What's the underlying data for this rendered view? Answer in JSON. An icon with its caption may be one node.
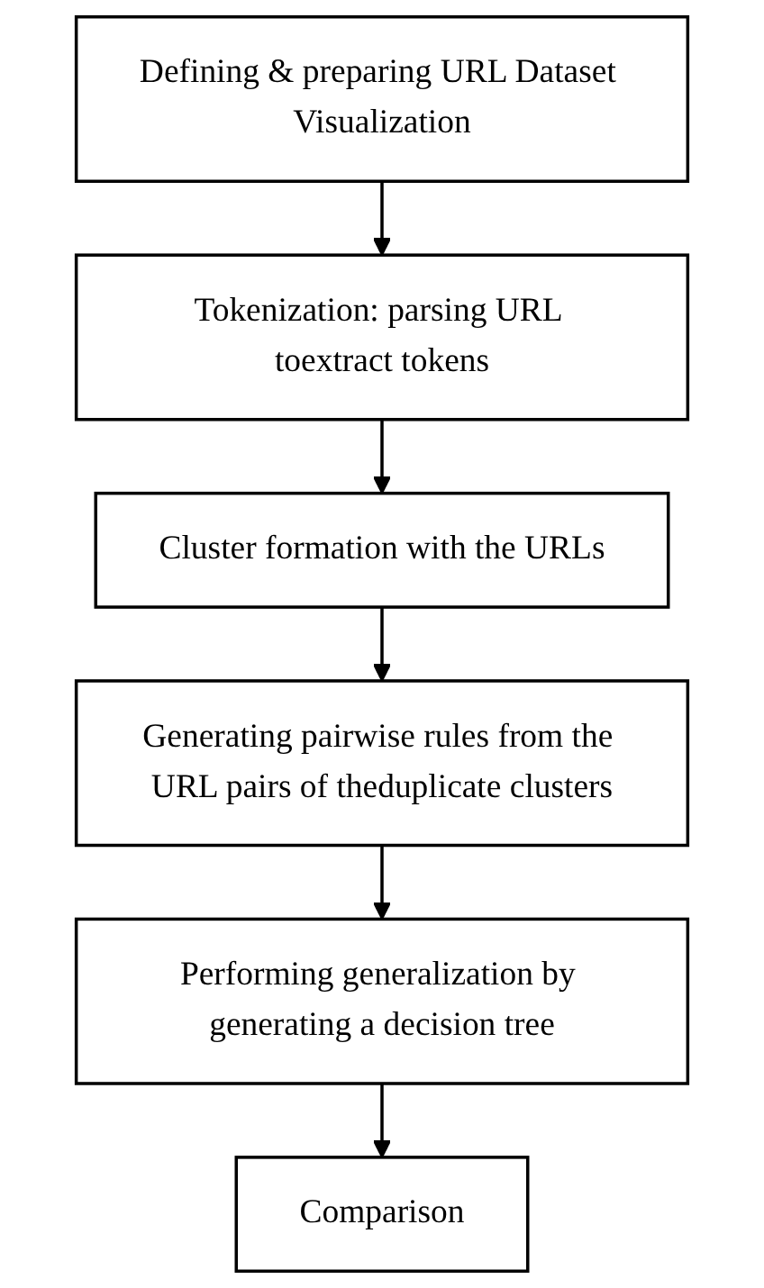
{
  "diagram": {
    "nodes": [
      {
        "text": [
          "Defining & preparing URL Dataset Visualization"
        ]
      },
      {
        "text": [
          "Tokenization: parsing URL toextract tokens"
        ]
      },
      {
        "text": [
          "Cluster formation with the URLs"
        ]
      },
      {
        "text": [
          "Generating pairwise rules from the URL pairs of theduplicate clusters"
        ]
      },
      {
        "text": [
          "Performing generalization by generating a decision tree"
        ]
      },
      {
        "text": [
          "Comparison"
        ]
      }
    ],
    "edges": [
      {
        "from": 0,
        "to": 1,
        "arrow": "to"
      },
      {
        "from": 1,
        "to": 2,
        "arrow": "to"
      },
      {
        "from": 2,
        "to": 3,
        "arrow": "to"
      },
      {
        "from": 3,
        "to": 4,
        "arrow": "to"
      },
      {
        "from": 4,
        "to": 5,
        "arrow": "to"
      }
    ]
  }
}
